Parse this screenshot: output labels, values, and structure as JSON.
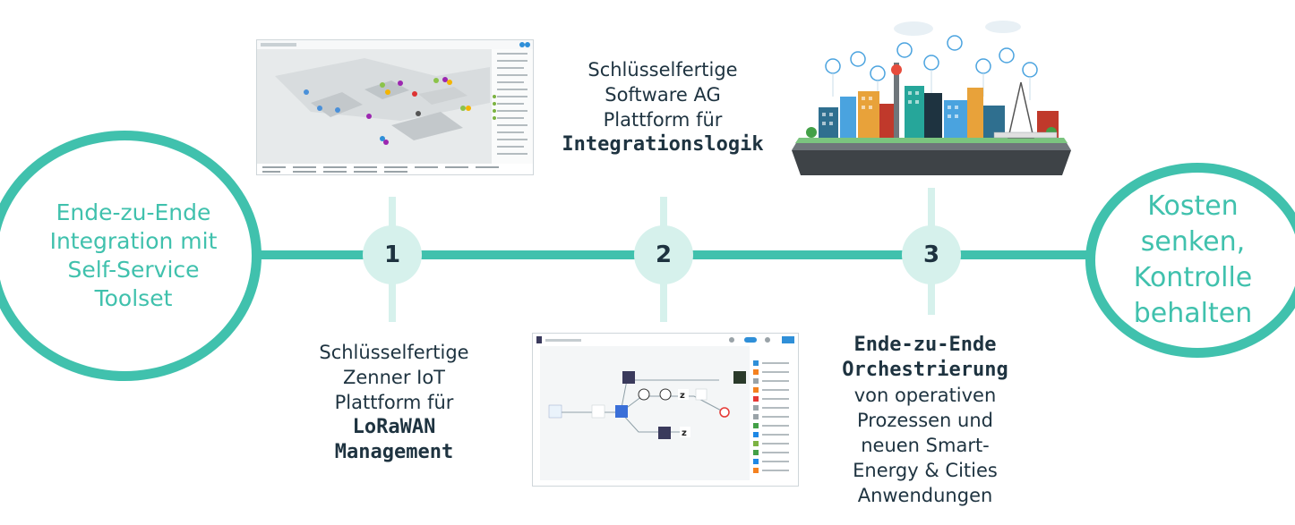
{
  "left_circle": {
    "text": "Ende-zu-Ende\nIntegration mit\nSelf-Service\nToolset"
  },
  "right_circle": {
    "text": "Kosten\nsenken,\nKontrolle\nbehalten"
  },
  "steps": [
    {
      "number": "1",
      "caption_plain": "Schlüsselfertige\nZenner IoT\nPlattform für",
      "caption_bold": "LoRaWAN\nManagement"
    },
    {
      "number": "2",
      "caption_plain": "Schlüsselfertige\nSoftware AG\nPlattform für",
      "caption_bold": "Integrationslogik"
    },
    {
      "number": "3",
      "caption_bold": "Ende-zu-Ende\nOrchestrierung",
      "caption_plain": "von operativen\nProzessen und\nneuen Smart-\nEnergy & Cities\nAnwendungen"
    }
  ],
  "colors": {
    "accent": "#40c1ad",
    "accent_light": "#d6f1ec",
    "text_dark": "#1e3340"
  },
  "images": [
    {
      "name": "map-dashboard-screenshot"
    },
    {
      "name": "workflow-editor-screenshot"
    },
    {
      "name": "smart-city-tablet-illustration"
    }
  ]
}
